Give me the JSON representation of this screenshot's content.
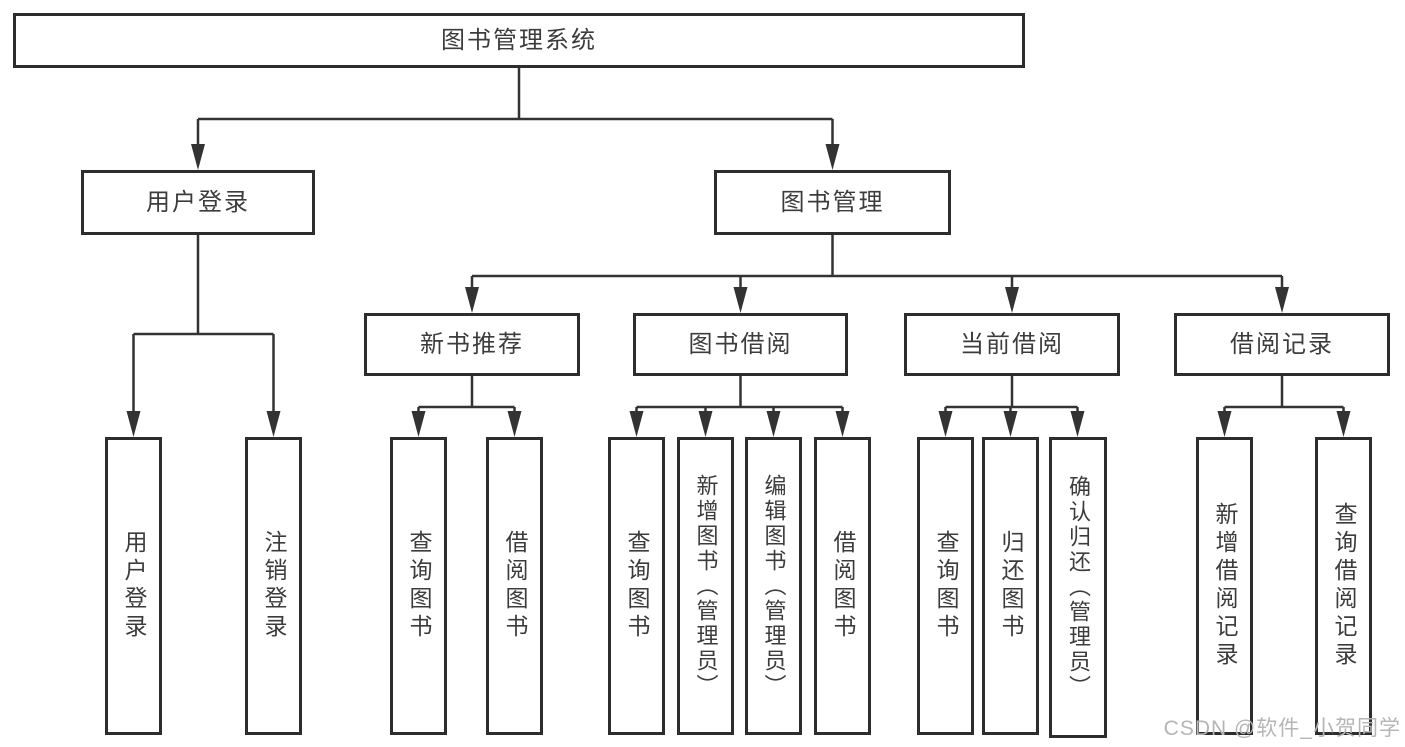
{
  "diagram": {
    "type": "hierarchy-flowchart",
    "colors": {
      "background": "#ffffff",
      "box_border": "#2d2d2d",
      "line": "#333333",
      "text": "#3c3c3c",
      "watermark_text": "#b5b5b5"
    },
    "root": {
      "label": "图书管理系统"
    },
    "branches": [
      {
        "label": "用户登录",
        "children": [
          {
            "label": "用户登录"
          },
          {
            "label": "注销登录"
          }
        ]
      },
      {
        "label": "图书管理",
        "children": [
          {
            "label": "新书推荐",
            "children": [
              {
                "label": "查询图书"
              },
              {
                "label": "借阅图书"
              }
            ]
          },
          {
            "label": "图书借阅",
            "children": [
              {
                "label": "查询图书"
              },
              {
                "label": "新增图书（管理员）"
              },
              {
                "label": "编辑图书（管理员）"
              },
              {
                "label": "借阅图书"
              }
            ]
          },
          {
            "label": "当前借阅",
            "children": [
              {
                "label": "查询图书"
              },
              {
                "label": "归还图书"
              },
              {
                "label": "确认归还（管理员）"
              }
            ]
          },
          {
            "label": "借阅记录",
            "children": [
              {
                "label": "新增借阅记录"
              },
              {
                "label": "查询借阅记录"
              }
            ]
          }
        ]
      }
    ],
    "watermark": {
      "text": "CSDN @软件_小贺同学"
    }
  }
}
